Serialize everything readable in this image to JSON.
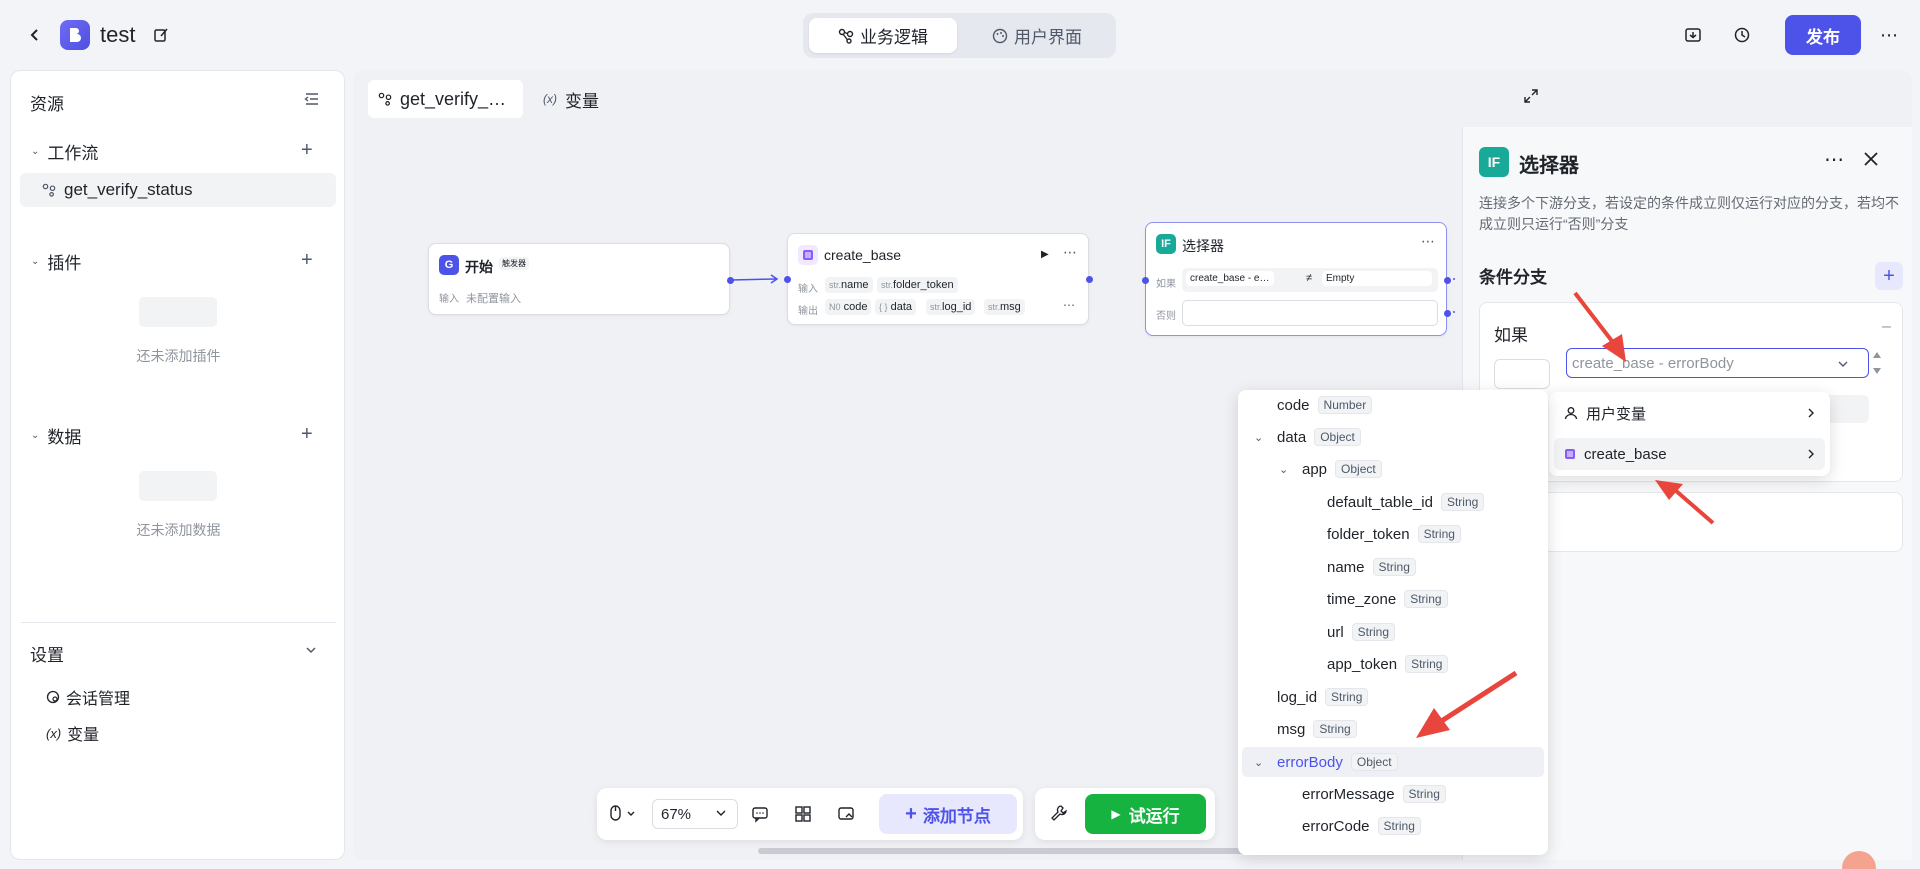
{
  "header": {
    "app_title": "test",
    "tabs": [
      {
        "label": "业务逻辑"
      },
      {
        "label": "用户界面"
      }
    ],
    "publish_label": "发布"
  },
  "sidebar": {
    "title": "资源",
    "workflow_section": "工作流",
    "workflow_item": "get_verify_status",
    "plugin_section": "插件",
    "plugin_empty": "还未添加插件",
    "data_section": "数据",
    "data_empty": "还未添加数据",
    "settings_section": "设置",
    "settings_items": [
      {
        "label": "会话管理"
      },
      {
        "label": "变量"
      }
    ]
  },
  "canvas": {
    "tab_label": "get_verify_…",
    "var_tab_label": "变量",
    "start_node": {
      "title": "开始",
      "badge": "触发器",
      "input_label": "输入",
      "input_value": "未配置输入"
    },
    "create_node": {
      "title": "create_base",
      "input_label": "输入",
      "output_label": "输出",
      "inputs": [
        {
          "prefix": "str.",
          "name": "name"
        },
        {
          "prefix": "str.",
          "name": "folder_token"
        }
      ],
      "outputs": [
        {
          "prefix": "N0",
          "name": "code"
        },
        {
          "prefix": "{ }",
          "name": "data"
        },
        {
          "prefix": "str.",
          "name": "log_id"
        },
        {
          "prefix": "str.",
          "name": "msg"
        }
      ]
    },
    "selector_node": {
      "title": "选择器",
      "if_label": "如果",
      "else_label": "否则",
      "cond_left": "create_base - e…",
      "cond_op": "≠",
      "cond_right": "Empty"
    }
  },
  "toolbar": {
    "zoom": "67%",
    "add_node": "添加节点",
    "test_run": "试运行"
  },
  "panel": {
    "title": "选择器",
    "desc": "连接多个下游分支，若设定的条件成立则仅运行对应的分支，若均不成立则只运行“否则”分支",
    "cond_label": "条件分支",
    "if_label": "如果",
    "var_input_value": "create_base - errorBody"
  },
  "var_dropdown": [
    {
      "label": "用户变量"
    },
    {
      "label": "create_base"
    }
  ],
  "tree": [
    {
      "name": "code",
      "type": "Number"
    },
    {
      "name": "data",
      "type": "Object"
    },
    {
      "name": "app",
      "type": "Object"
    },
    {
      "name": "default_table_id",
      "type": "String"
    },
    {
      "name": "folder_token",
      "type": "String"
    },
    {
      "name": "name",
      "type": "String"
    },
    {
      "name": "time_zone",
      "type": "String"
    },
    {
      "name": "url",
      "type": "String"
    },
    {
      "name": "app_token",
      "type": "String"
    },
    {
      "name": "log_id",
      "type": "String"
    },
    {
      "name": "msg",
      "type": "String"
    },
    {
      "name": "errorBody",
      "type": "Object"
    },
    {
      "name": "errorMessage",
      "type": "String"
    },
    {
      "name": "errorCode",
      "type": "String"
    }
  ],
  "colors": {
    "accent": "#4d53e8",
    "run": "#16b340",
    "selector": "#18a999",
    "annotation": "#e8453c"
  }
}
